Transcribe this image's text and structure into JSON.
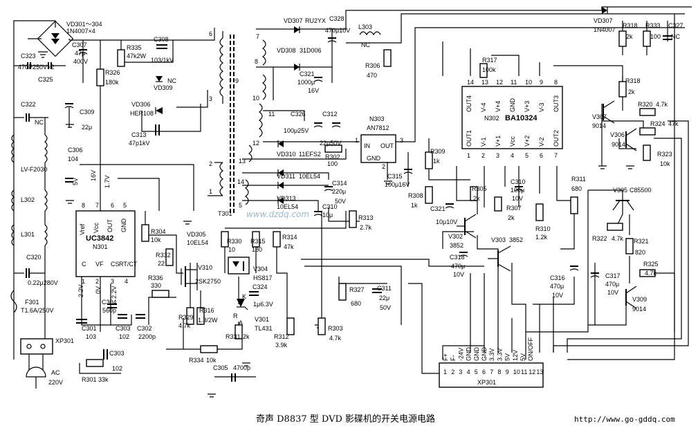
{
  "caption": "奇声 D8837 型 DVD 影碟机的开关电源电路",
  "url": "http://www.go-gddq.com",
  "watermark": "www.dzdq.com",
  "ics": {
    "uc3842": {
      "name": "UC3842",
      "ref": "N301",
      "pins_top": [
        "8",
        "7",
        "6",
        "5"
      ],
      "pin_labels_top": [
        "Vref",
        "Vcc",
        "OUT",
        "GND"
      ],
      "pins_bottom": [
        "1",
        "2",
        "3",
        "4"
      ],
      "pin_labels_bottom": [
        "C",
        "VF",
        "CS",
        "RT/CT"
      ]
    },
    "ba10324": {
      "name": "BA10324",
      "ref": "N302",
      "pins_top": [
        "14",
        "13",
        "12",
        "11",
        "10",
        "9",
        "8"
      ],
      "pin_labels_top": [
        "OUT4",
        "V-4",
        "V+4",
        "GND",
        "V+3",
        "V-3",
        "OUT3"
      ],
      "pins_bottom": [
        "1",
        "2",
        "3",
        "4",
        "5",
        "6",
        "7"
      ],
      "pin_labels_bottom": [
        "OUT1",
        "V-1",
        "V+1",
        "Vcc",
        "V+2",
        "V-2",
        "OUT2"
      ]
    },
    "an7812": {
      "name": "AN7812",
      "ref": "N303",
      "in": "IN",
      "out": "OUT",
      "gnd": "GND",
      "pin1": "1",
      "pin2": "2",
      "pin3": "3"
    }
  },
  "connector": {
    "ref": "XP301",
    "pins": [
      "1",
      "2",
      "3",
      "4",
      "5",
      "6",
      "7",
      "8",
      "9",
      "10",
      "11",
      "12",
      "13"
    ],
    "labels": [
      "F+",
      "F-",
      "-24V",
      "GND",
      "GND",
      "GND",
      "3.3V",
      "3.3V",
      "5V",
      "12V",
      "5V",
      "ON/OFF"
    ]
  },
  "labels": {
    "vd301": "VD301～304",
    "vd301_val": "1N4007×4",
    "c323": "C323",
    "c323_val": "470P250V×2",
    "c325": "C325",
    "c307": "C307",
    "c307_v1": "47μ",
    "c307_v2": "400V",
    "r335": "R335",
    "r335_val": "47k2W",
    "c308": "C308",
    "c308_val": "103/1kV",
    "r326": "R326",
    "r326_val": "180k",
    "vd309": "VD309",
    "nc1": "NC",
    "c322": "C322",
    "nc2": "NC",
    "c309": "C309",
    "c309_val": "22μ",
    "vd306": "VD306",
    "vd306_val": "HER108",
    "c313": "C313",
    "c313_val": "47p1kV",
    "c306": "C306",
    "c306_val": "104",
    "lv": "LV-F2030",
    "l302": "L302",
    "l301": "L301",
    "c320": "C320",
    "c320_val": "0.22μ280V",
    "f301": "F301",
    "f301_val": "T1.6A/250V",
    "xp301": "XP301",
    "ac": "AC",
    "ac_val": "220V",
    "v16": "16V",
    "v17": "1.7V",
    "v5": "5V",
    "v22a": "2.2V",
    "v22b": "2.2V",
    "v0": "0V",
    "r304": "R304",
    "r304_val": "10k",
    "r332": "R332",
    "r332_val": "22",
    "v310": "V310",
    "v310_val": "2SK2750",
    "r336": "R336",
    "r336_val": "330",
    "c304": "C304",
    "c304_val": "560p",
    "r329": "R329",
    "r329_val": "4.7k",
    "r316": "R316",
    "r316_val": "1.3/2W",
    "c301": "C301",
    "c301_val": "103",
    "c303a": "C303",
    "c303a_val": "102",
    "c302": "C302",
    "c302_val": "2200p",
    "c303b": "C303",
    "c303b_val": "102",
    "r301": "R301",
    "r301_val": "33k",
    "r334": "R334",
    "r334_val": "10k",
    "r331": "R331",
    "r331_val": "2k",
    "c305": "C305",
    "c305_val": "4700p",
    "vd305": "VD305",
    "vd305_val": "10EL54",
    "r330": "R330",
    "r330_val": "10",
    "r315": "R315",
    "r315_val": "180",
    "r314": "R314",
    "r314_val": "47k",
    "v304": "V304",
    "v304_val": "HS817",
    "c324": "C324",
    "c324_val": "1μ6.3V",
    "v301": "V301",
    "v301_val": "TL431",
    "r312": "R312",
    "r312_val": "3.9k",
    "r303": "R303",
    "r303_val": "4.7k",
    "r327": "R327",
    "r327_val": "680",
    "c311": "C311",
    "c311_v1": "22μ",
    "c311_v2": "50V",
    "t301": "T301",
    "vd307a": "VD307",
    "vd307a_val": "RU2YX",
    "vd308": "VD308",
    "vd308_val": "31D006",
    "c328": "C328",
    "c328_val": "470μ10V",
    "l303": "L303",
    "l303_val": "NC",
    "r306": "R306",
    "r306_val": "470",
    "c321": "C321",
    "c321_v1": "1000μ",
    "c321_v2": "16V",
    "c326": "C326",
    "c326_val": "100μ25V",
    "c312": "C312",
    "c312_val": "22μ50V",
    "vd310": "VD310",
    "vd310_val": "11EFS2",
    "vd311": "VD311",
    "vd311_val": "10EL54",
    "vd313": "VD313",
    "vd313_val": "10EL54",
    "r302": "R302",
    "r302_val": "100",
    "c314": "C314",
    "c314_v1": "220μ",
    "c314_v2": "50V",
    "c310a": "C310",
    "c310a_val": "10μ",
    "r313": "R313",
    "r313_val": "2.7k",
    "c315": "C315",
    "c315_val": "100μ16V",
    "r309": "R309",
    "r309_val": "1k",
    "r308": "R308",
    "r308_val": "1k",
    "r317": "R317",
    "r317_val": "100k",
    "c321b": "C321",
    "c321b_val": "10μ10V",
    "r305": "R305",
    "r305_val": "2k",
    "c310b": "C310",
    "c310b_v1": "100μ",
    "c310b_v2": "10V",
    "r307": "R307",
    "r307_val": "2k",
    "r310": "R310",
    "r310_val": "1.2k",
    "r311": "R311",
    "r311_val": "680",
    "v302": "V302",
    "v302_val": "3852",
    "v303": "V303",
    "v303_val": "3852",
    "c318": "C318",
    "c318_v1": "470μ",
    "c318_v2": "10V",
    "c316": "C316",
    "c316_v1": "470μ",
    "c316_v2": "10V",
    "c317": "C317",
    "c317_v1": "470μ",
    "c317_v2": "10V",
    "vd307b": "VD307",
    "vd307b_val": "1N4007",
    "r318a": "R318",
    "r318a_val": "2k",
    "r333": "R333",
    "r333_val": "100",
    "c327": "C327",
    "c327_val": "NC",
    "r318b": "R318",
    "r318b_val": "2k",
    "v307": "V307",
    "v307_val": "9014",
    "r320": "R320",
    "r320_val": "4.7k",
    "v306": "V306",
    "v306_val": "9014",
    "r324": "R324",
    "r324_val": "47k",
    "r323": "R323",
    "r323_val": "10k",
    "v305": "V305",
    "v305_val": "C85500",
    "r322": "R322",
    "r322_val": "4.7k",
    "r321": "R321",
    "r321_val": "820",
    "r325": "R325",
    "r325_val": "4.7k",
    "v309": "V309",
    "v309_val": "9014",
    "w_6": "6",
    "w_3": "3",
    "w_7": "7",
    "w_8": "8",
    "w_9": "9",
    "w_10": "10",
    "w_11": "11",
    "w_12": "12",
    "w_13": "13",
    "w_14": "14",
    "w_2": "2",
    "w_1": "1",
    "w_5": "5",
    "k": "K",
    "r": "R",
    "a": "A"
  }
}
